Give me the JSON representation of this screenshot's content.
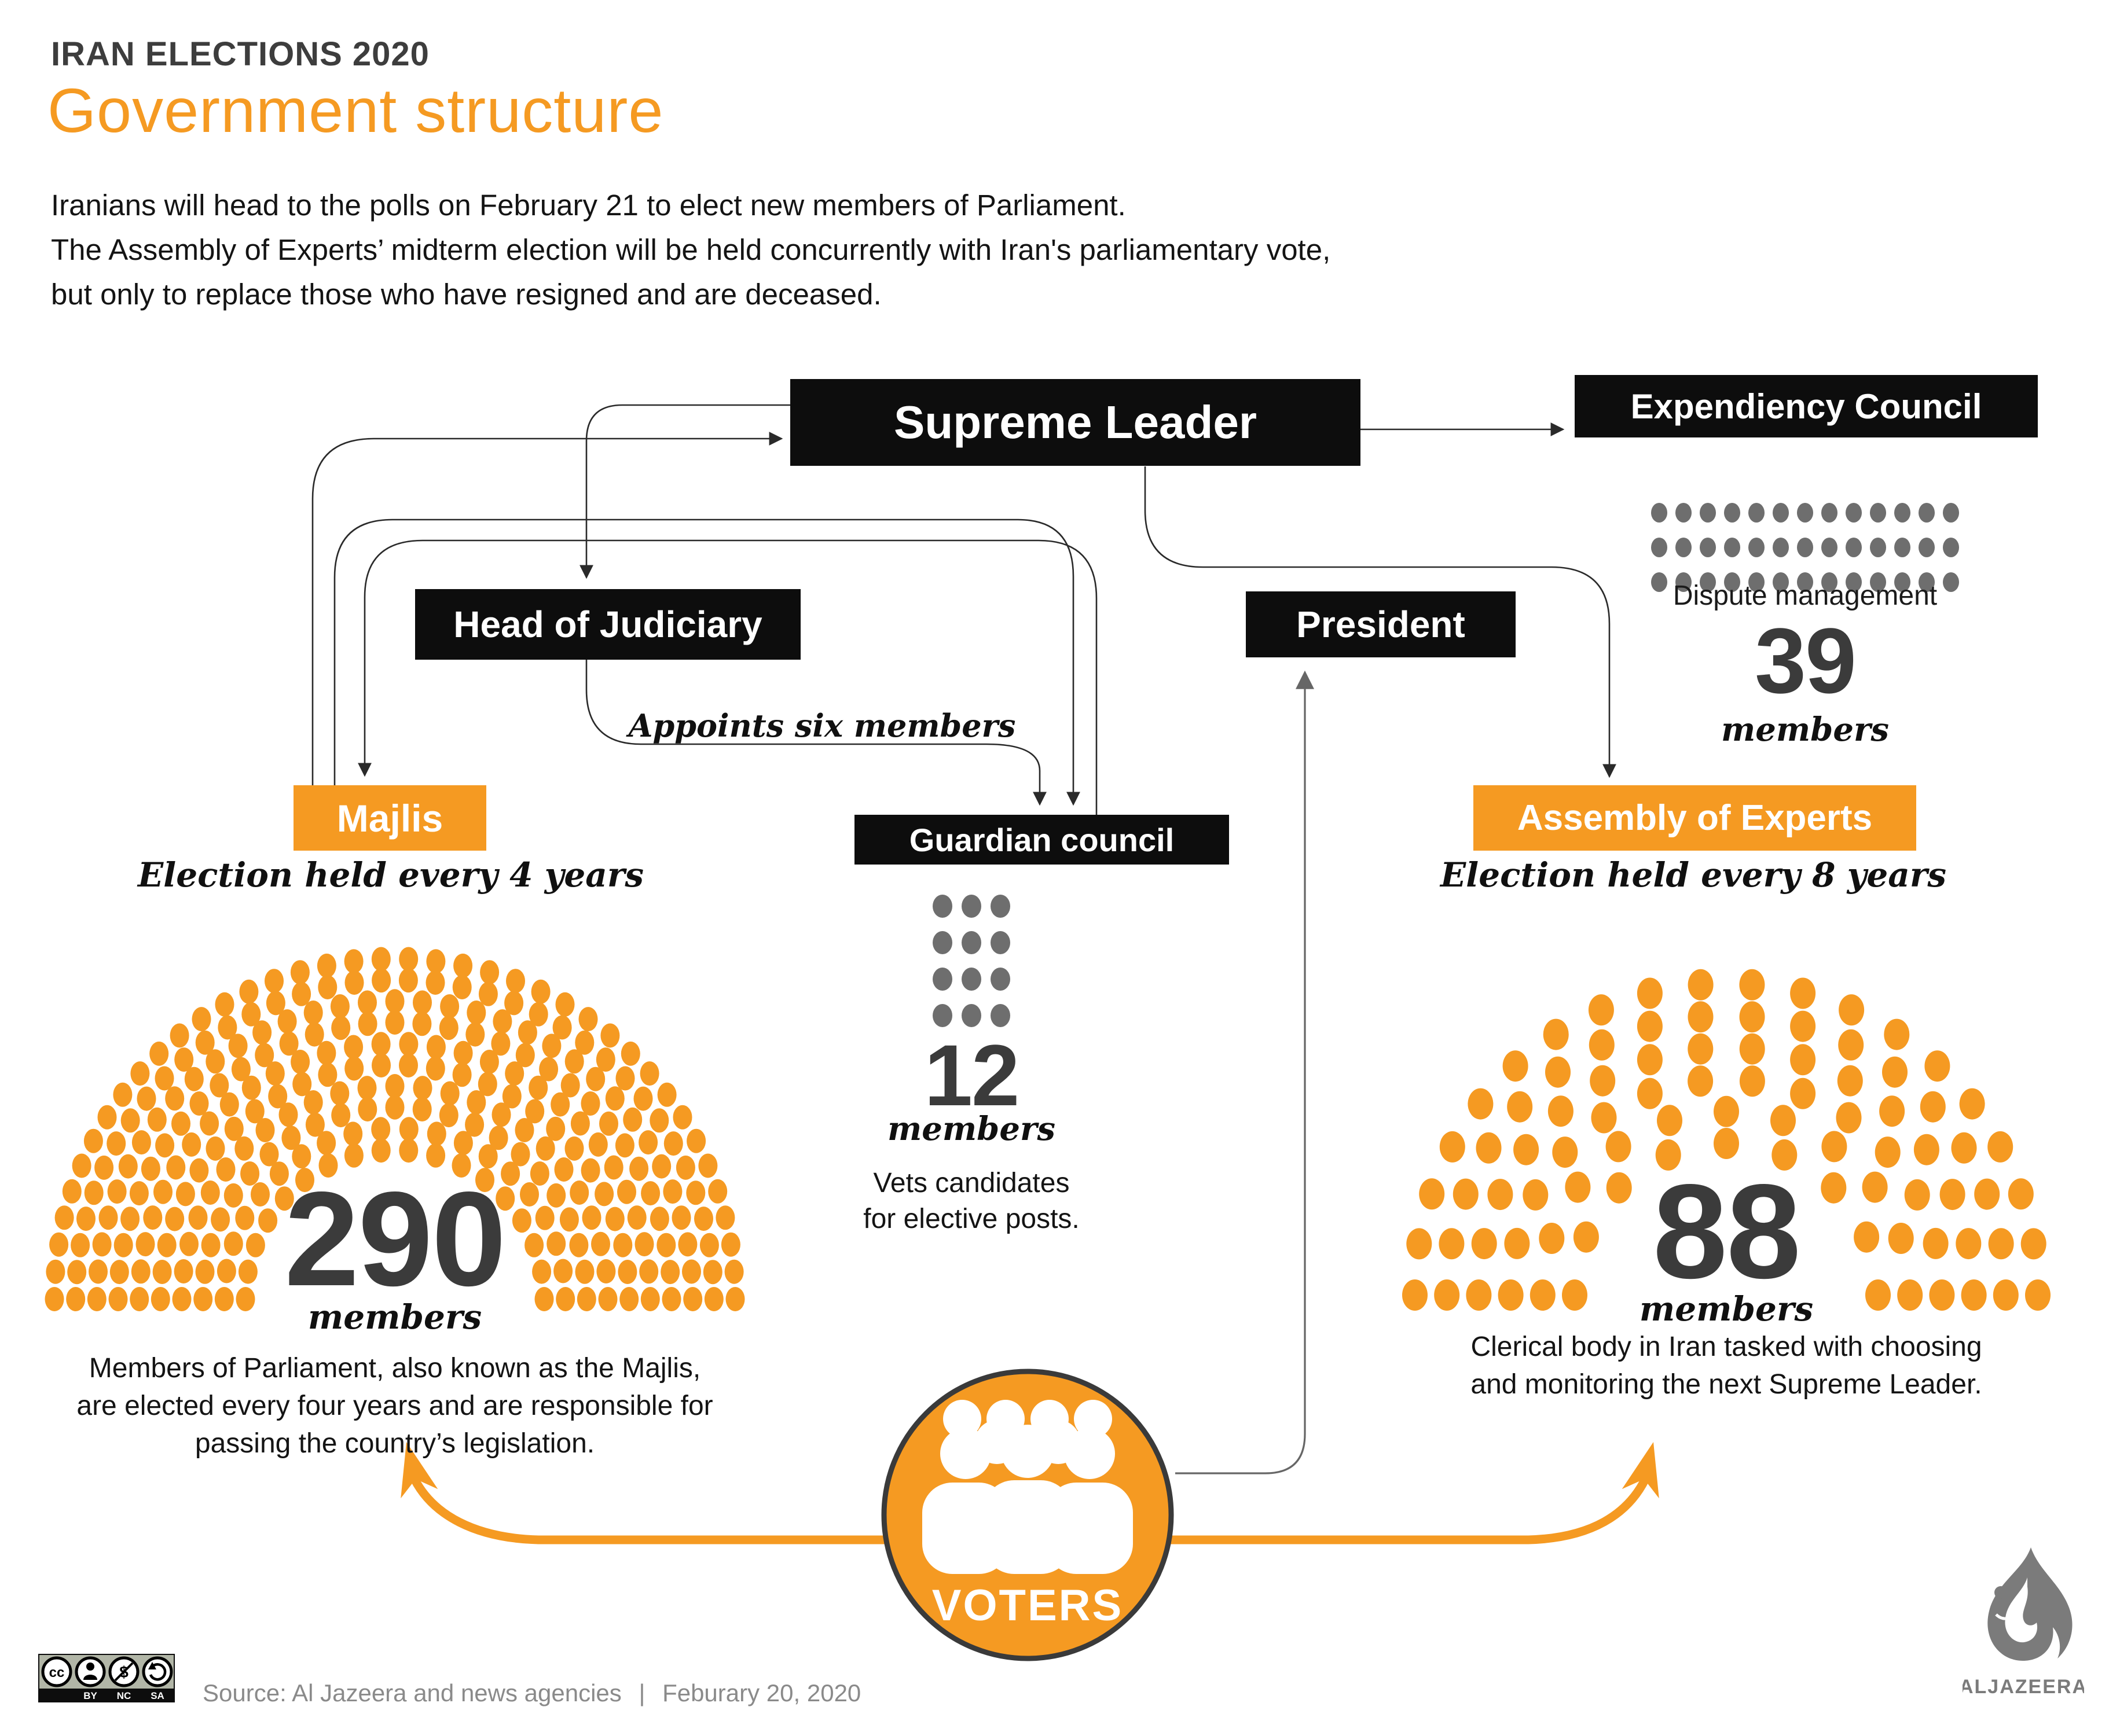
{
  "header": {
    "kicker": "IRAN ELECTIONS 2020",
    "title": "Government structure",
    "intro": [
      "Iranians will head to the polls on February 21 to elect new members of Parliament.",
      "The Assembly of Experts’ midterm election will be held concurrently with Iran's parliamentary vote,",
      "but only to replace those who have resigned and are deceased."
    ]
  },
  "nodes": {
    "supreme": {
      "label": "Supreme Leader"
    },
    "expediency": {
      "label": "Expendiency Council",
      "note": "Dispute management",
      "count": "39",
      "unit": "members"
    },
    "judiciary": {
      "label": "Head of Judiciary"
    },
    "president": {
      "label": "President"
    },
    "majlis": {
      "label": "Majlis",
      "election_note": "Election held every 4 years",
      "count": "290",
      "unit": "members",
      "desc": [
        "Members of Parliament, also known as the Majlis,",
        "are elected every four years and are responsible for",
        "passing the country’s legislation."
      ]
    },
    "guardian": {
      "label": "Guardian council",
      "count": "12",
      "unit": "members",
      "desc": [
        "Vets candidates",
        "for elective posts."
      ]
    },
    "assembly": {
      "label": "Assembly of Experts",
      "election_note": "Election held every 8 years",
      "count": "88",
      "unit": "members",
      "desc": [
        "Clerical body in Iran tasked with choosing",
        "and monitoring the next Supreme Leader."
      ]
    },
    "voters": {
      "label": "VOTERS"
    }
  },
  "edges": {
    "appoints_label": "Appoints six members"
  },
  "palette": {
    "orange": "#F59A22",
    "box_black": "#0d0d0d",
    "dot_gray": "#6E6E6E",
    "number_gray": "#3b3b3b"
  },
  "chart_data": [
    {
      "type": "parliament-arc",
      "name": "majlis-seats",
      "title": "Majlis seats",
      "seats": 290,
      "color": "#F59A22"
    },
    {
      "type": "parliament-arc",
      "name": "assembly-seats",
      "title": "Assembly of Experts seats",
      "seats": 88,
      "color": "#F59A22"
    },
    {
      "type": "dot-grid",
      "name": "guardian-seats",
      "title": "Guardian council seats",
      "seats": 12,
      "columns": 3,
      "color": "#6E6E6E"
    },
    {
      "type": "dot-grid",
      "name": "expediency-seats",
      "title": "Expendiency Council seats",
      "seats": 39,
      "columns": 13,
      "color": "#6E6E6E"
    }
  ],
  "footer": {
    "source": "Source: Al Jazeera and news agencies",
    "separator": "|",
    "date": "Feburary 20, 2020",
    "cc": [
      "BY",
      "NC",
      "SA"
    ],
    "logo_text": "ALJAZEERA"
  }
}
